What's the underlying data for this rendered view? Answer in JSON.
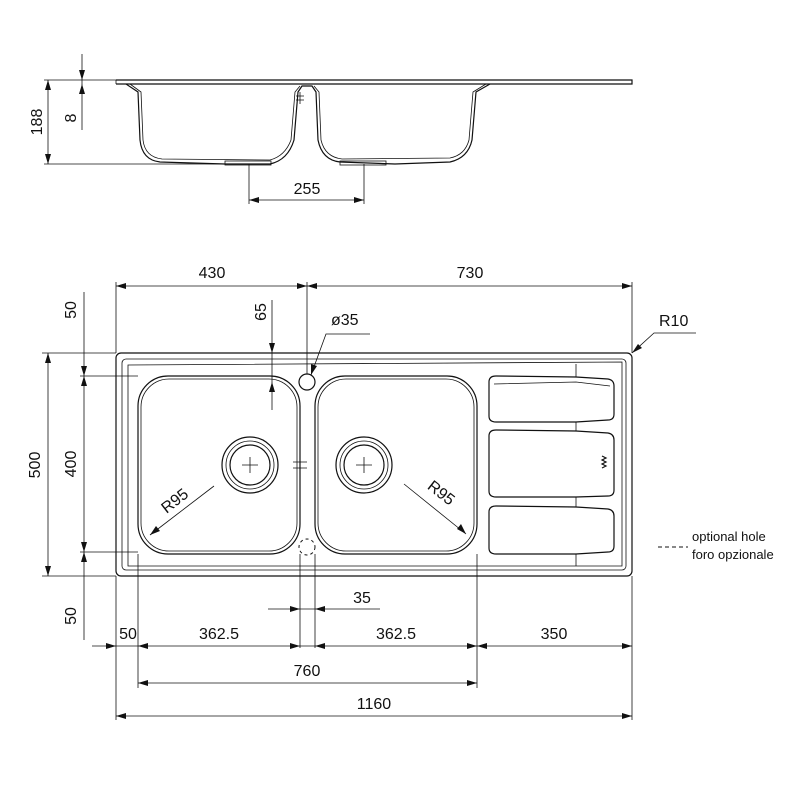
{
  "dimensions": {
    "section_total_height": "188",
    "section_rim_thickness": "8",
    "section_drain_spacing": "255",
    "left_width": "430",
    "right_width": "730",
    "top_margin": "50",
    "hole_offset": "65",
    "hole_diameter": "ø35",
    "corner_radius": "R10",
    "total_depth": "500",
    "bowl_depth": "400",
    "bottom_margin": "50",
    "left_edge": "50",
    "bowl_width_left": "362.5",
    "bowl_gap": "35",
    "bowl_width_right": "362.5",
    "drainer_width": "350",
    "bowls_total": "760",
    "overall_length": "1160",
    "bowl_radius_left": "R95",
    "bowl_radius_right": "R95"
  },
  "legend": {
    "line1": "optional hole",
    "line2": "foro opzionale"
  }
}
